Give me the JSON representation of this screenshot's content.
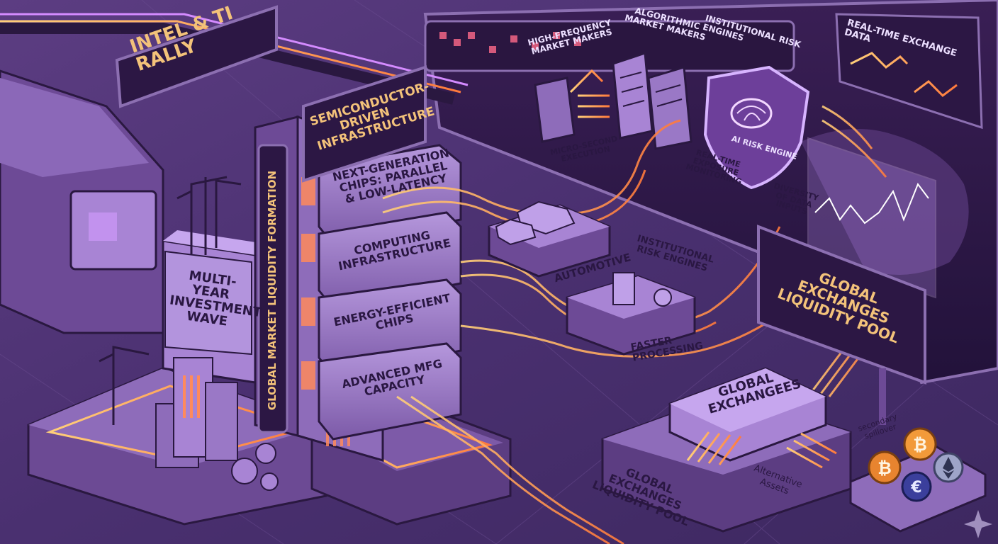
{
  "headline": "INTEL & TI RALLY",
  "hub": {
    "sign": "SEMICONDUCTOR-DRIVEN INFRASTRUCTURE",
    "vertical_banner": "GLOBAL MARKET LIQUIDITY FORMATION",
    "layers": [
      "NEXT-GENERATION CHIPS: PARALLEL & LOW-LATENCY",
      "COMPUTING INFRASTRUCTURE",
      "ENERGY-EFFICIENT CHIPS",
      "ADVANCED MFG CAPACITY"
    ]
  },
  "investment": {
    "label": "MULTI-YEAR INVESTMENT WAVE"
  },
  "market": {
    "hf_makers": "HIGH-FREQUENCY MARKET MAKERS",
    "algo_makers": "ALGORITHMIC MARKET MAKERS",
    "institutional": "INSTITUTIONAL RISK ENGINES",
    "realtime_data": "REAL-TIME EXCHANGE DATA",
    "micro_second": "MICRO-SECOND EXECUTION",
    "ai_engine": "AI RISK ENGINE",
    "exposure": "REAL-TIME EXPOSURE MONITORING",
    "diversity": "DIVERSITY OF DATA INPUTS"
  },
  "flows": {
    "automotive": "AUTOMOTIVE",
    "institutional_engines": "INSTITUTIONAL RISK ENGINES",
    "faster": "FASTER PROCESSING"
  },
  "pool_sign": "GLOBAL EXCHANGES LIQUIDITY POOL",
  "exchanges": "GLOBAL EXCHANGEES",
  "pool_floor": "GLOBAL EXCHANGES LIQUIDITY POOL",
  "alternative": "Alternative Assets",
  "secondary": "secondary spillover",
  "coins": [
    "bitcoin",
    "bitcoin",
    "euro",
    "ethereum"
  ],
  "colors": {
    "background": "#3a2656",
    "accent_orange": "#ffa94d",
    "sign_text": "#f3c27a",
    "panel_purple": "#9b7bc7"
  }
}
